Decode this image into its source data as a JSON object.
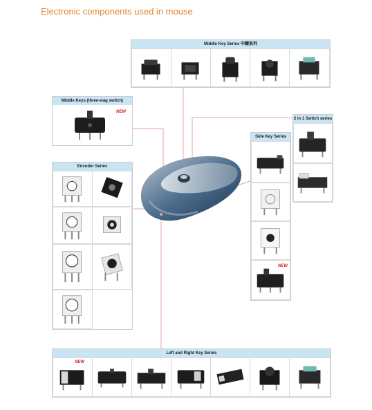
{
  "title": "Electronic components used in mouse",
  "sections": {
    "middle_key": {
      "label": "Middle Key Series 中鍵系列"
    },
    "middle_keys_three_wag": {
      "label": "Middle Keys (three-wag switch)",
      "badge": "NEW"
    },
    "two_in_one": {
      "label": "2 in 1 Switch series"
    },
    "side_key": {
      "label": "Side Key Series",
      "badge": "NEW"
    },
    "encoder": {
      "label": "Encoder Series"
    },
    "left_right": {
      "label": "Left and Right Key Series",
      "badge": "NEW"
    }
  },
  "colors": {
    "title": "#e0862e",
    "header_bg": "#c9e4f2",
    "connector": "#e7a4a0",
    "badge": "#d21c1c"
  },
  "icons": [
    "tact-switch-icon",
    "micro-switch-icon",
    "encoder-icon",
    "mouse-image"
  ]
}
